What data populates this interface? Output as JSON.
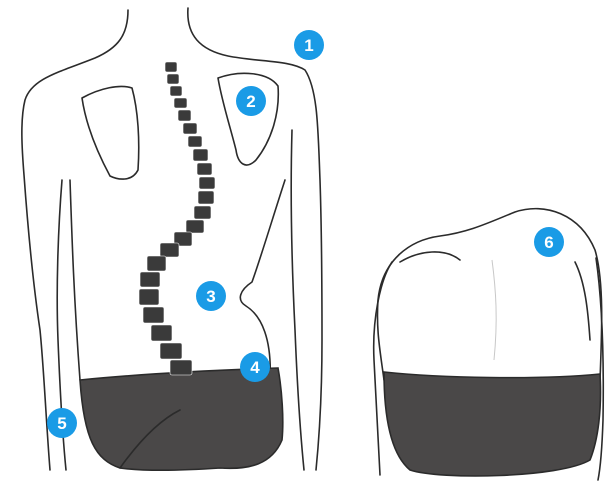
{
  "markers": [
    {
      "label": "1",
      "color": "#1a9be6"
    },
    {
      "label": "2",
      "color": "#1a9be6"
    },
    {
      "label": "3",
      "color": "#1a9be6"
    },
    {
      "label": "4",
      "color": "#1a9be6"
    },
    {
      "label": "5",
      "color": "#1a9be6"
    },
    {
      "label": "6",
      "color": "#1a9be6"
    }
  ],
  "colors": {
    "outline": "#2b2b2b",
    "shorts": "#4a4848",
    "vertebrae": "#3a3a3a",
    "marker": "#1a9be6"
  },
  "figures": [
    "back-view-figure",
    "forward-bend-view-figure"
  ]
}
